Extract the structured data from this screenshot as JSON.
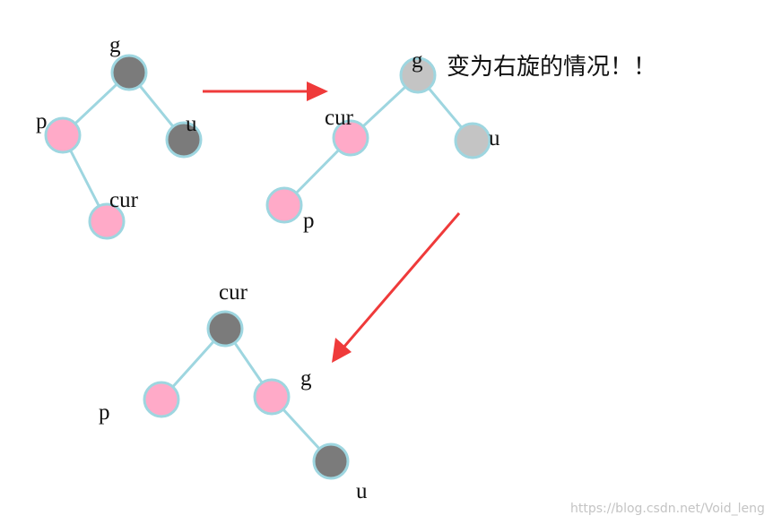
{
  "caption": "变为右旋的情况！！",
  "watermark": "https://blog.csdn.net/Void_leng",
  "colors": {
    "edge": "#9ed6e0",
    "node_black": "#7b7b7b",
    "node_red": "#ffaac8",
    "node_light": "#c4c4c4",
    "arrow": "#ef3a3a"
  },
  "trees": [
    {
      "name": "before",
      "nodes": [
        {
          "id": "g",
          "label": "g",
          "color": "black"
        },
        {
          "id": "p",
          "label": "p",
          "color": "red"
        },
        {
          "id": "u",
          "label": "u",
          "color": "black"
        },
        {
          "id": "cur",
          "label": "cur",
          "color": "red"
        }
      ],
      "edges": [
        [
          "g",
          "p"
        ],
        [
          "g",
          "u"
        ],
        [
          "p",
          "cur"
        ]
      ]
    },
    {
      "name": "middle",
      "nodes": [
        {
          "id": "g",
          "label": "g",
          "color": "light"
        },
        {
          "id": "cur",
          "label": "cur",
          "color": "red"
        },
        {
          "id": "u",
          "label": "u",
          "color": "light"
        },
        {
          "id": "p",
          "label": "p",
          "color": "red"
        }
      ],
      "edges": [
        [
          "g",
          "cur"
        ],
        [
          "g",
          "u"
        ],
        [
          "cur",
          "p"
        ]
      ]
    },
    {
      "name": "after",
      "nodes": [
        {
          "id": "cur",
          "label": "cur",
          "color": "black"
        },
        {
          "id": "p",
          "label": "p",
          "color": "red"
        },
        {
          "id": "g",
          "label": "g",
          "color": "red"
        },
        {
          "id": "u",
          "label": "u",
          "color": "black"
        }
      ],
      "edges": [
        [
          "cur",
          "p"
        ],
        [
          "cur",
          "g"
        ],
        [
          "g",
          "u"
        ]
      ]
    }
  ]
}
